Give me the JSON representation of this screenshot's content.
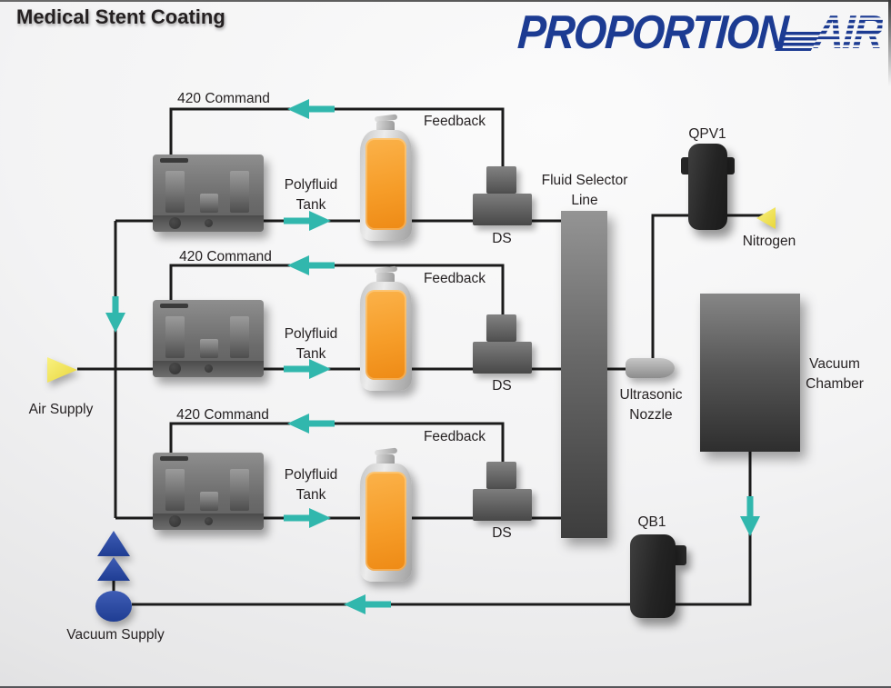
{
  "title": "Medical Stent Coating",
  "logo": {
    "word1": "PROPORTION",
    "word2": "AIR"
  },
  "rows": [
    {
      "command": "420 Command",
      "feedback": "Feedback",
      "tank": "Polyfluid Tank",
      "ds": "DS"
    },
    {
      "command": "420 Command",
      "feedback": "Feedback",
      "tank": "Polyfluid Tank",
      "ds": "DS"
    },
    {
      "command": "420 Command",
      "feedback": "Feedback",
      "tank": "Polyfluid Tank",
      "ds": "DS"
    }
  ],
  "components": {
    "fluid_selector": "Fluid Selector Line",
    "qpv1": "QPV1",
    "nitrogen": "Nitrogen",
    "ultrasonic_nozzle": "Ultrasonic Nozzle",
    "vacuum_chamber": "Vacuum Chamber",
    "qb1": "QB1",
    "air_supply": "Air Supply",
    "vacuum_supply": "Vacuum Supply"
  },
  "colors": {
    "line": "#1b1b1b",
    "flow_arrow_teal": "#31b7ad",
    "tank_fill_orange": "#f29a22",
    "supply_yellow": "#f2e44f",
    "vacuum_blue": "#2c4aa0",
    "logo_blue": "#1c3b92"
  }
}
